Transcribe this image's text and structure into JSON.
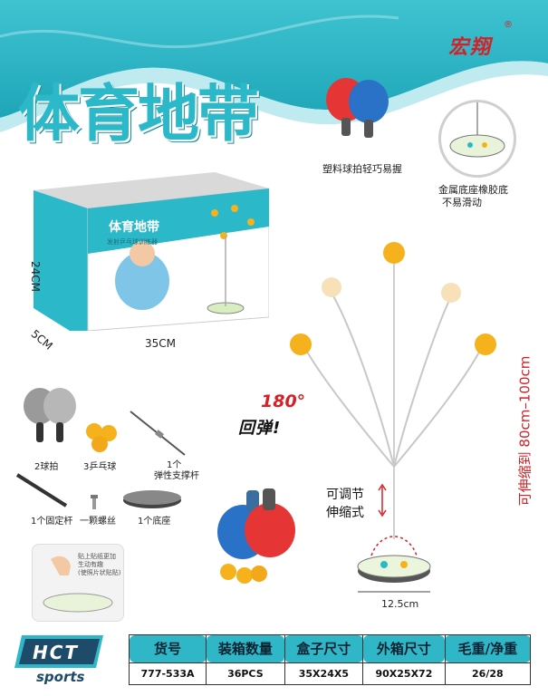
{
  "brand": {
    "name": "宏翔",
    "reg_mark": "®"
  },
  "product_title": {
    "text": "体育地带",
    "reg_mark": "®"
  },
  "features": [
    {
      "caption": "塑料球拍轻巧易握"
    },
    {
      "caption_line1": "金属底座橡胶底",
      "caption_line2": "不易滑动"
    }
  ],
  "box": {
    "title": "体育地带",
    "subtitle": "发射乒乓球训练器",
    "dims": {
      "height": "24CM",
      "depth": "5CM",
      "width": "35CM"
    }
  },
  "accessories": [
    {
      "label": "2球拍"
    },
    {
      "label": "3乒乓球"
    },
    {
      "label_line1": "1个",
      "label_line2": "弹性支撑杆"
    },
    {
      "label": "1个固定杆"
    },
    {
      "label": "一颗螺丝"
    },
    {
      "label": "1个底座"
    }
  ],
  "callouts": {
    "angle": "180°",
    "rebound": "回弹!",
    "adjust_line1": "可调节",
    "adjust_line2": "伸缩式",
    "extend": "可伸缩到  80cm–100cm",
    "base_diameter": "12.5cm"
  },
  "hint": {
    "line1": "贴上贴纸更加",
    "line2": "生动有趣",
    "line3": "(使照片状贴贴)"
  },
  "logo": {
    "text": "HCT",
    "sub": "sports"
  },
  "spec_table": {
    "headers": [
      "货号",
      "装箱数量",
      "盒子尺寸",
      "外箱尺寸",
      "毛重/净重"
    ],
    "values": [
      "777-533A",
      "36PCS",
      "35X24X5",
      "90X25X72",
      "26/28"
    ]
  },
  "colors": {
    "teal": "#2bb9c9",
    "red": "#d42127",
    "ball": "#f6b21c"
  }
}
